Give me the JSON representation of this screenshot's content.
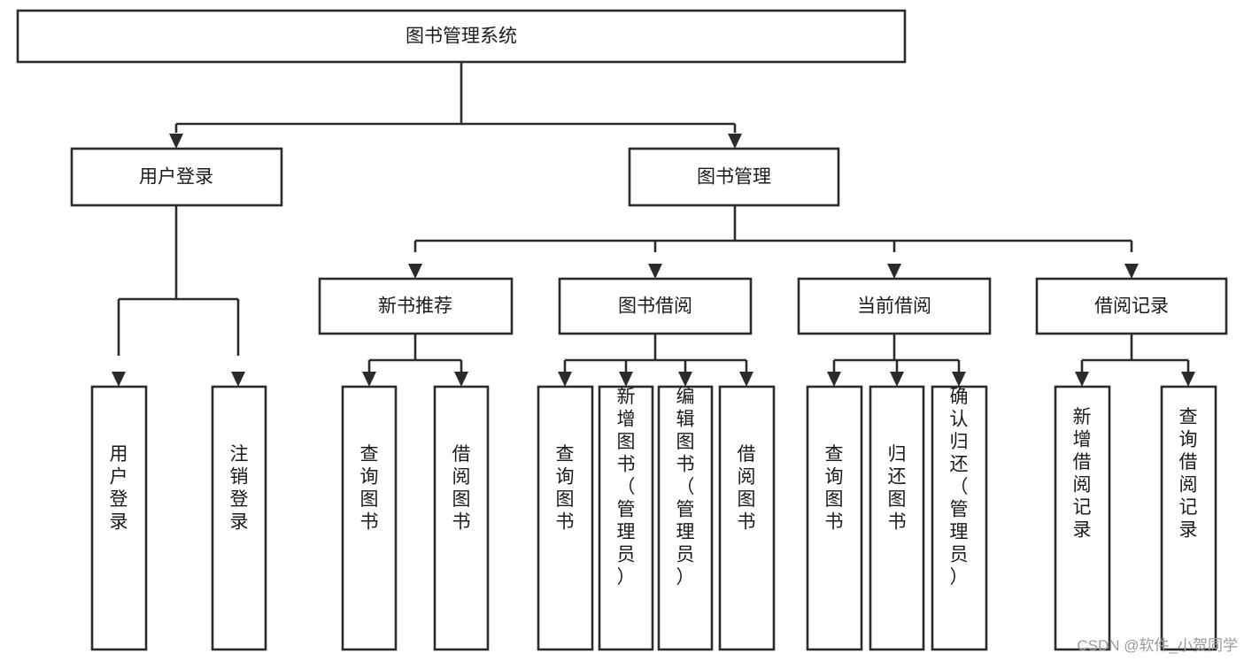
{
  "diagram": {
    "type": "tree-hierarchy",
    "title": "图书管理系统",
    "orientation": "top-down",
    "colors": {
      "stroke": "#2b2b2b",
      "fill": "#ffffff",
      "text": "#1a1a1a",
      "watermark": "#9a9a9a"
    },
    "levels": [
      {
        "level": 1,
        "nodes": [
          {
            "id": "root",
            "label": "图书管理系统"
          }
        ]
      },
      {
        "level": 2,
        "nodes": [
          {
            "id": "user-login",
            "label": "用户登录",
            "parent": "root"
          },
          {
            "id": "book-manage",
            "label": "图书管理",
            "parent": "root"
          }
        ]
      },
      {
        "level": 3,
        "nodes": [
          {
            "id": "new-book-rec",
            "label": "新书推荐",
            "parent": "book-manage"
          },
          {
            "id": "book-borrow",
            "label": "图书借阅",
            "parent": "book-manage"
          },
          {
            "id": "current-borrow",
            "label": "当前借阅",
            "parent": "book-manage"
          },
          {
            "id": "borrow-record",
            "label": "借阅记录",
            "parent": "book-manage"
          }
        ]
      },
      {
        "level": 4,
        "nodes": [
          {
            "id": "leaf-user-login",
            "label": "用户登录",
            "parent": "user-login"
          },
          {
            "id": "leaf-user-logout",
            "label": "注销登录",
            "parent": "user-login"
          },
          {
            "id": "leaf-rec-query",
            "label": "查询图书",
            "parent": "new-book-rec"
          },
          {
            "id": "leaf-rec-borrow",
            "label": "借阅图书",
            "parent": "new-book-rec"
          },
          {
            "id": "leaf-borrow-query",
            "label": "查询图书",
            "parent": "book-borrow"
          },
          {
            "id": "leaf-borrow-add",
            "label": "新增图书（管理员）",
            "parent": "book-borrow"
          },
          {
            "id": "leaf-borrow-edit",
            "label": "编辑图书（管理员）",
            "parent": "book-borrow"
          },
          {
            "id": "leaf-borrow-lend",
            "label": "借阅图书",
            "parent": "book-borrow"
          },
          {
            "id": "leaf-cur-query",
            "label": "查询图书",
            "parent": "current-borrow"
          },
          {
            "id": "leaf-cur-return",
            "label": "归还图书",
            "parent": "current-borrow"
          },
          {
            "id": "leaf-cur-confirm",
            "label": "确认归还（管理员）",
            "parent": "current-borrow"
          },
          {
            "id": "leaf-rec-add",
            "label": "新增借阅记录",
            "parent": "borrow-record"
          },
          {
            "id": "leaf-rec-query2",
            "label": "查询借阅记录",
            "parent": "borrow-record"
          }
        ]
      }
    ]
  },
  "watermark": {
    "text": "CSDN @软件_小贺同学"
  }
}
